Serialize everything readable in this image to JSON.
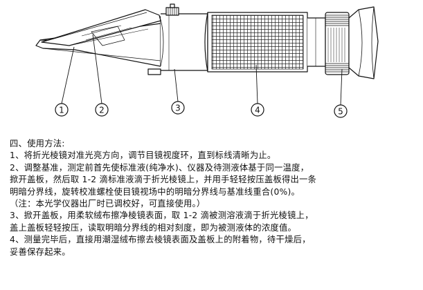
{
  "figure": {
    "callouts": [
      "1",
      "2",
      "3",
      "4",
      "5"
    ]
  },
  "instructions": {
    "heading": "四、使用方法:",
    "lines": [
      "1、将折光棱镜对准光亮方向，调节目镜视度环，直到标线清晰为止。",
      "2、调整基准，测定前首先使标准液(纯净水)、仪器及待测液体基于同一温度，",
      "掀开盖板，然后取 1-2 滴标准液滴于折光棱镜上，并用手轻轻按压盖板得出一条",
      "明暗分界线，旋转校准螺栓使目镜视场中的明暗分界线与基准线重合(0%)。",
      "（注：本光学仪器出厂时已调校好，可直接使用。）",
      "3、掀开盖板，用柔软绒布擦净棱镜表面，取 1-2 滴被测溶液滴于折光棱镜上，",
      "盖上盖板轻轻按压，读取明暗分界线的相对刻度，即为被测液体的浓度值。",
      "4、测量完毕后，直接用潮湿绒布擦去棱镜表面及盖板上的附着物，待干燥后，",
      "妥善保存起来。"
    ]
  }
}
